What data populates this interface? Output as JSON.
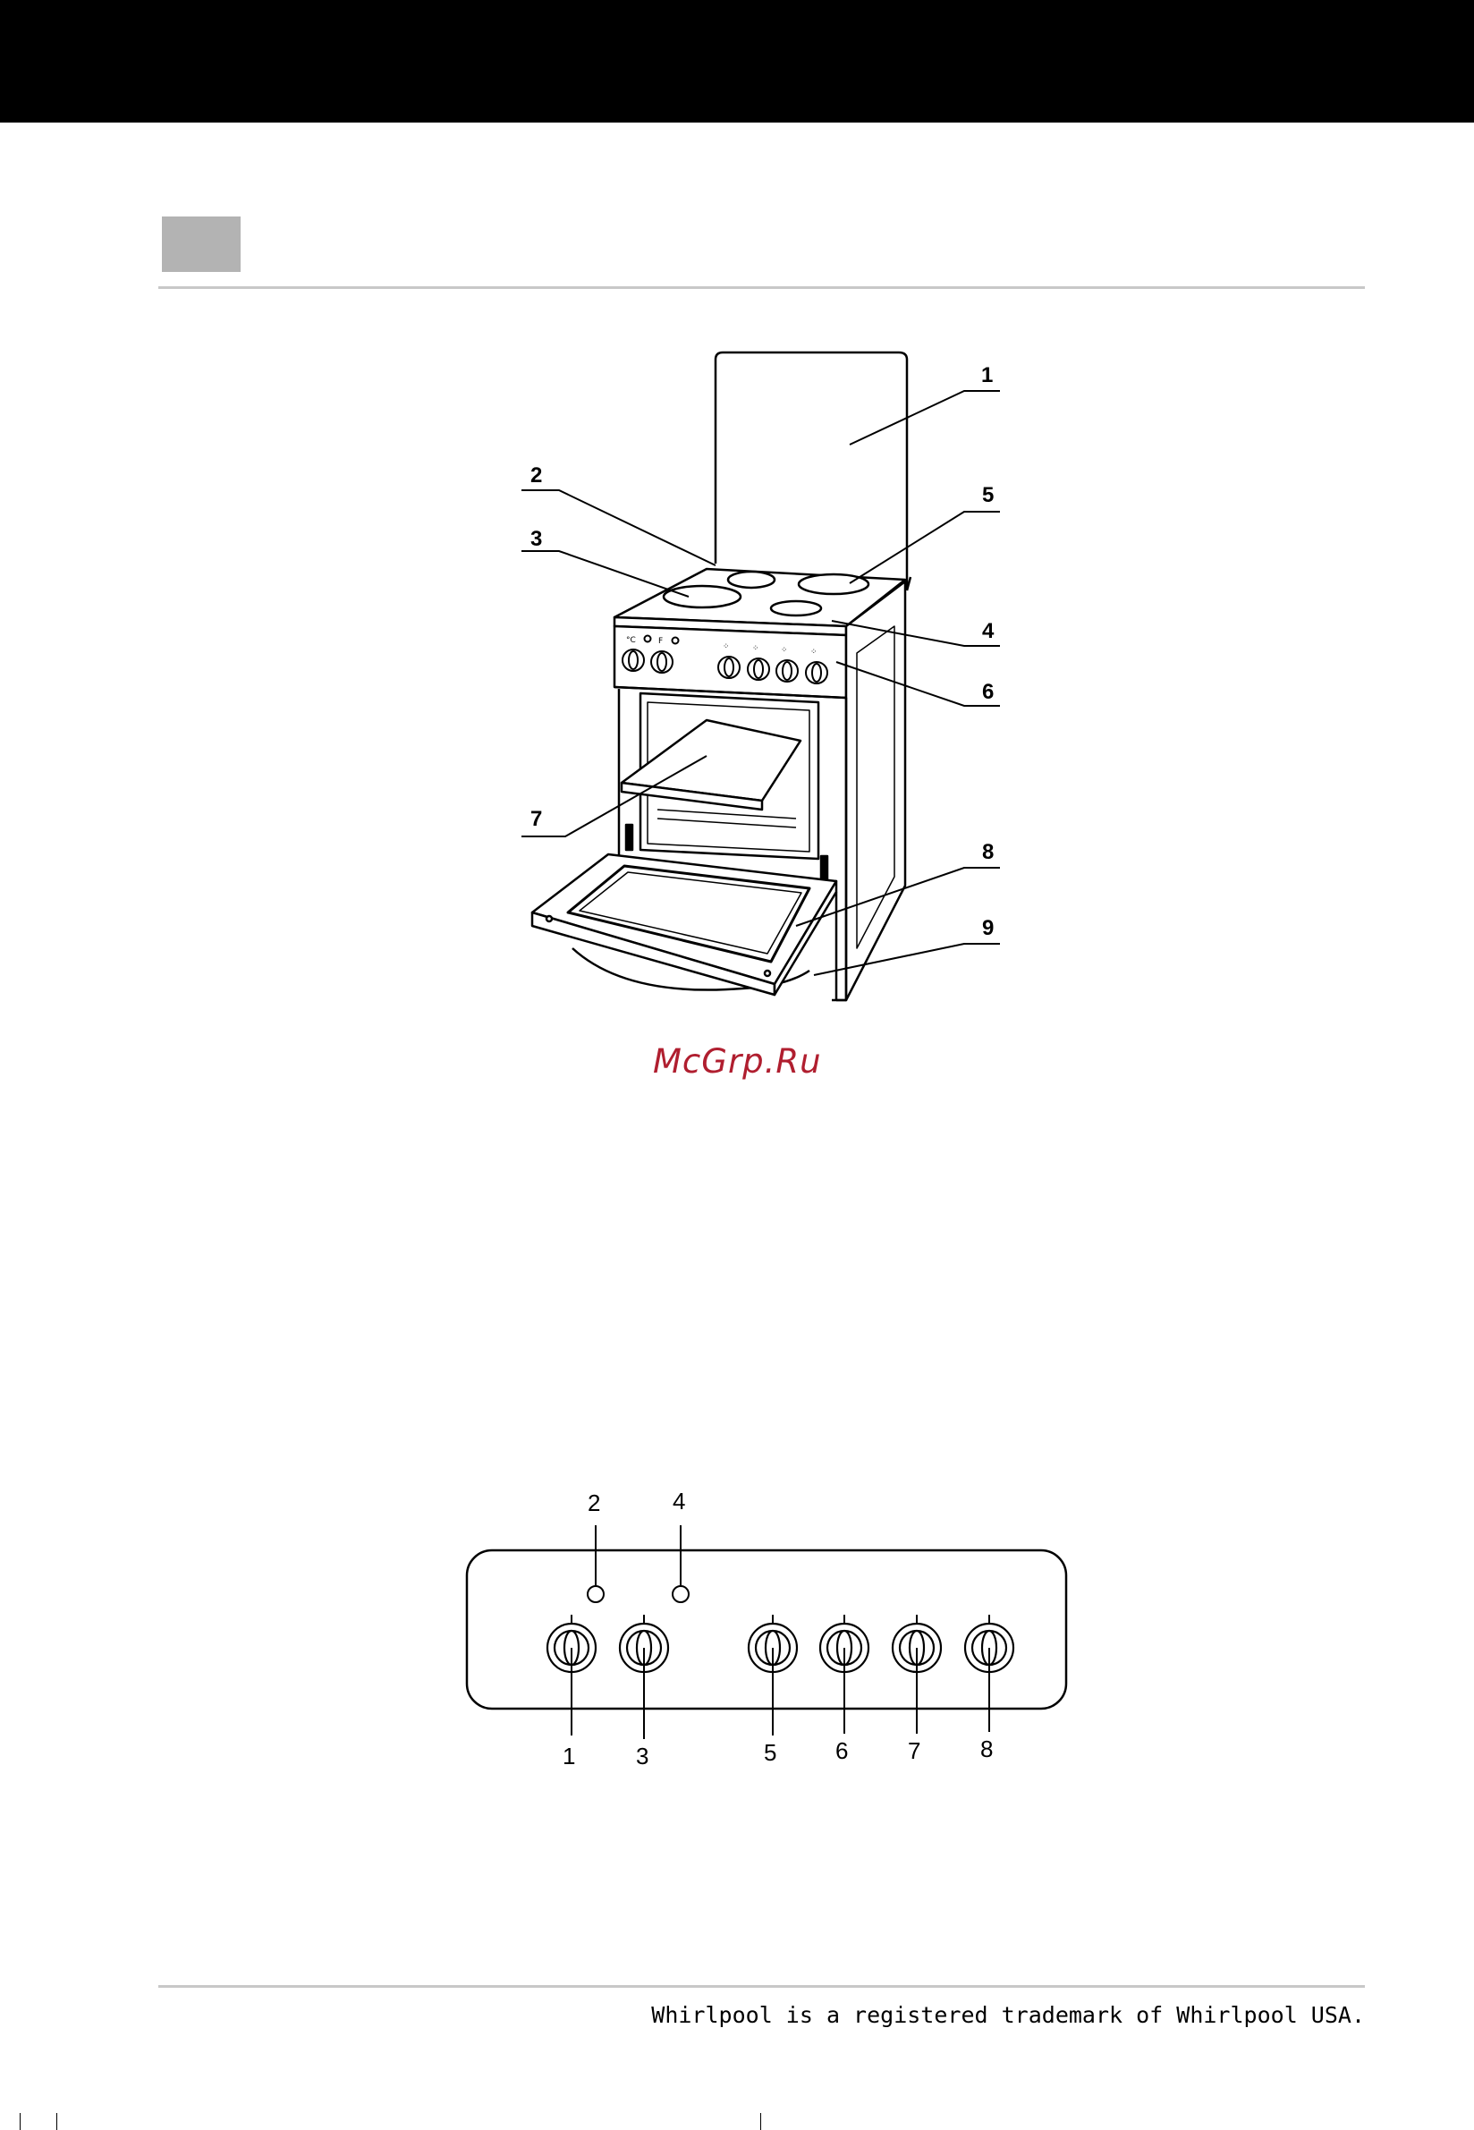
{
  "header": {},
  "cooker_diagram": {
    "callouts": [
      "1",
      "2",
      "3",
      "4",
      "5",
      "6",
      "7",
      "8",
      "9"
    ],
    "icons": [
      "cover-lid",
      "hotplate",
      "control-knob",
      "oven-shelf",
      "oven-door",
      "storage-drawer"
    ]
  },
  "watermark": {
    "text": "McGrp.Ru"
  },
  "control_panel": {
    "labels": [
      "2",
      "4",
      "1",
      "3",
      "5",
      "6",
      "7",
      "8"
    ]
  },
  "footer": {
    "trademark": "Whirlpool is a registered trademark of Whirlpool USA."
  }
}
